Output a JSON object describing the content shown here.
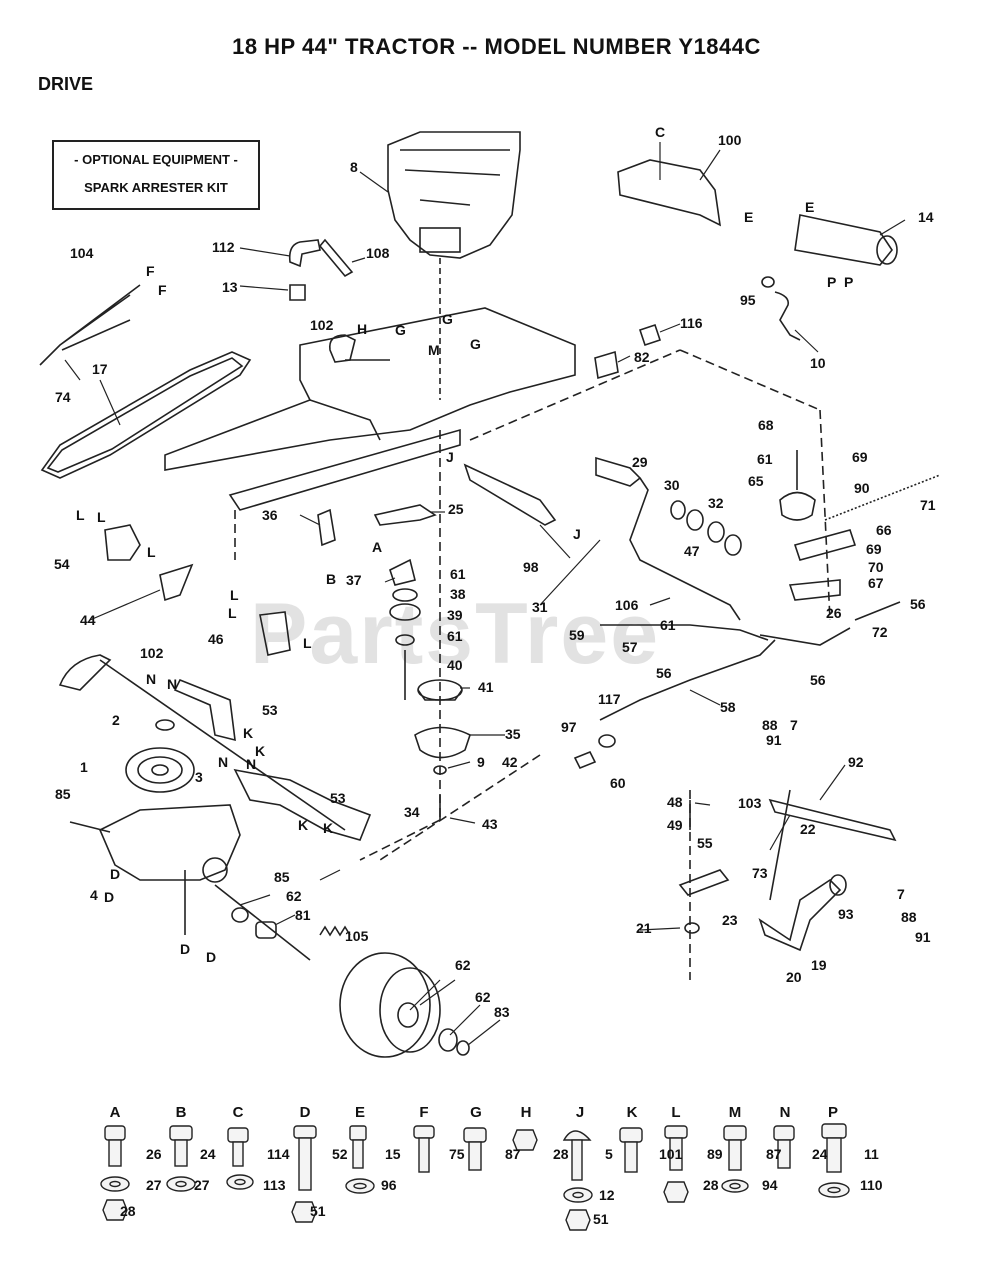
{
  "title": "18 HP 44\" TRACTOR -- MODEL NUMBER Y1844C",
  "section": "DRIVE",
  "optional_box": {
    "line1": "- OPTIONAL EQUIPMENT -",
    "line2": "SPARK ARRESTER KIT"
  },
  "watermark": "PartsTree",
  "callouts": [
    {
      "id": "c8",
      "text": "8"
    },
    {
      "id": "c100",
      "text": "100"
    },
    {
      "id": "cC",
      "text": "C"
    },
    {
      "id": "c14",
      "text": "14"
    },
    {
      "id": "cE1",
      "text": "E"
    },
    {
      "id": "cE2",
      "text": "E"
    },
    {
      "id": "cP1",
      "text": "P"
    },
    {
      "id": "cP2",
      "text": "P"
    },
    {
      "id": "c104",
      "text": "104"
    },
    {
      "id": "c112",
      "text": "112"
    },
    {
      "id": "c108",
      "text": "108"
    },
    {
      "id": "c13",
      "text": "13"
    },
    {
      "id": "cF1",
      "text": "F"
    },
    {
      "id": "cF2",
      "text": "F"
    },
    {
      "id": "c95",
      "text": "95"
    },
    {
      "id": "c10",
      "text": "10"
    },
    {
      "id": "c116",
      "text": "116"
    },
    {
      "id": "c82",
      "text": "82"
    },
    {
      "id": "c102a",
      "text": "102"
    },
    {
      "id": "cH",
      "text": "H"
    },
    {
      "id": "cG1",
      "text": "G"
    },
    {
      "id": "cG2",
      "text": "G"
    },
    {
      "id": "cG3",
      "text": "G"
    },
    {
      "id": "cM",
      "text": "M"
    },
    {
      "id": "c74",
      "text": "74"
    },
    {
      "id": "c17",
      "text": "17"
    },
    {
      "id": "c68",
      "text": "68"
    },
    {
      "id": "c61a",
      "text": "61"
    },
    {
      "id": "c69a",
      "text": "69"
    },
    {
      "id": "c65",
      "text": "65"
    },
    {
      "id": "c90",
      "text": "90"
    },
    {
      "id": "c71",
      "text": "71"
    },
    {
      "id": "c29",
      "text": "29"
    },
    {
      "id": "c30",
      "text": "30"
    },
    {
      "id": "c32",
      "text": "32"
    },
    {
      "id": "c47",
      "text": "47"
    },
    {
      "id": "c66",
      "text": "66"
    },
    {
      "id": "c69b",
      "text": "69"
    },
    {
      "id": "c70",
      "text": "70"
    },
    {
      "id": "c67",
      "text": "67"
    },
    {
      "id": "c26m",
      "text": "26"
    },
    {
      "id": "c56a",
      "text": "56"
    },
    {
      "id": "c72",
      "text": "72"
    },
    {
      "id": "cJ1",
      "text": "J"
    },
    {
      "id": "cJ2",
      "text": "J"
    },
    {
      "id": "c98",
      "text": "98"
    },
    {
      "id": "c25",
      "text": "25"
    },
    {
      "id": "c36",
      "text": "36"
    },
    {
      "id": "cA",
      "text": "A"
    },
    {
      "id": "cB",
      "text": "B"
    },
    {
      "id": "cL1",
      "text": "L"
    },
    {
      "id": "cL2",
      "text": "L"
    },
    {
      "id": "cL3",
      "text": "L"
    },
    {
      "id": "c54",
      "text": "54"
    },
    {
      "id": "c44",
      "text": "44"
    },
    {
      "id": "c37",
      "text": "37"
    },
    {
      "id": "c61b",
      "text": "61"
    },
    {
      "id": "c38",
      "text": "38"
    },
    {
      "id": "c39",
      "text": "39"
    },
    {
      "id": "c61c",
      "text": "61"
    },
    {
      "id": "c40",
      "text": "40"
    },
    {
      "id": "c31",
      "text": "31"
    },
    {
      "id": "c106",
      "text": "106"
    },
    {
      "id": "c61d",
      "text": "61"
    },
    {
      "id": "c59",
      "text": "59"
    },
    {
      "id": "c57",
      "text": "57"
    },
    {
      "id": "c56b",
      "text": "56"
    },
    {
      "id": "c56c",
      "text": "56"
    },
    {
      "id": "cL4",
      "text": "L"
    },
    {
      "id": "cL5",
      "text": "L"
    },
    {
      "id": "cL6",
      "text": "L"
    },
    {
      "id": "c46",
      "text": "46"
    },
    {
      "id": "c102b",
      "text": "102"
    },
    {
      "id": "cN1",
      "text": "N"
    },
    {
      "id": "cN2",
      "text": "N"
    },
    {
      "id": "c53a",
      "text": "53"
    },
    {
      "id": "cK1",
      "text": "K"
    },
    {
      "id": "cK2",
      "text": "K"
    },
    {
      "id": "c2",
      "text": "2"
    },
    {
      "id": "c41",
      "text": "41"
    },
    {
      "id": "c35",
      "text": "35"
    },
    {
      "id": "c9",
      "text": "9"
    },
    {
      "id": "c42",
      "text": "42"
    },
    {
      "id": "c43",
      "text": "43"
    },
    {
      "id": "c58",
      "text": "58"
    },
    {
      "id": "c117",
      "text": "117"
    },
    {
      "id": "c97",
      "text": "97"
    },
    {
      "id": "c60",
      "text": "60"
    },
    {
      "id": "c1",
      "text": "1"
    },
    {
      "id": "c85a",
      "text": "85"
    },
    {
      "id": "c3",
      "text": "3"
    },
    {
      "id": "cN3",
      "text": "N"
    },
    {
      "id": "cN4",
      "text": "N"
    },
    {
      "id": "c53b",
      "text": "53"
    },
    {
      "id": "cK3",
      "text": "K"
    },
    {
      "id": "cK4",
      "text": "K"
    },
    {
      "id": "c34",
      "text": "34"
    },
    {
      "id": "c91a",
      "text": "91"
    },
    {
      "id": "c88a",
      "text": "88"
    },
    {
      "id": "c7a",
      "text": "7"
    },
    {
      "id": "c92",
      "text": "92"
    },
    {
      "id": "c48",
      "text": "48"
    },
    {
      "id": "c49",
      "text": "49"
    },
    {
      "id": "c103",
      "text": "103"
    },
    {
      "id": "c22",
      "text": "22"
    },
    {
      "id": "c55",
      "text": "55"
    },
    {
      "id": "c73",
      "text": "73"
    },
    {
      "id": "c85b",
      "text": "85"
    },
    {
      "id": "c62a",
      "text": "62"
    },
    {
      "id": "c81",
      "text": "81"
    },
    {
      "id": "c105",
      "text": "105"
    },
    {
      "id": "cD1",
      "text": "D"
    },
    {
      "id": "cD2",
      "text": "D"
    },
    {
      "id": "cD3",
      "text": "D"
    },
    {
      "id": "cD4",
      "text": "D"
    },
    {
      "id": "c4",
      "text": "4"
    },
    {
      "id": "c21",
      "text": "21"
    },
    {
      "id": "c23",
      "text": "23"
    },
    {
      "id": "c93",
      "text": "93"
    },
    {
      "id": "c7b",
      "text": "7"
    },
    {
      "id": "c88b",
      "text": "88"
    },
    {
      "id": "c91b",
      "text": "91"
    },
    {
      "id": "c20",
      "text": "20"
    },
    {
      "id": "c19",
      "text": "19"
    },
    {
      "id": "c62b",
      "text": "62"
    },
    {
      "id": "c62c",
      "text": "62"
    },
    {
      "id": "c83",
      "text": "83"
    }
  ],
  "hardware": [
    {
      "letter": "A",
      "parts": [
        "26",
        "27",
        "28"
      ]
    },
    {
      "letter": "B",
      "parts": [
        "24",
        "27"
      ]
    },
    {
      "letter": "C",
      "parts": [
        "114",
        "113"
      ]
    },
    {
      "letter": "D",
      "parts": [
        "52",
        "51"
      ]
    },
    {
      "letter": "E",
      "parts": [
        "15",
        "96"
      ]
    },
    {
      "letter": "F",
      "parts": [
        "75"
      ]
    },
    {
      "letter": "G",
      "parts": [
        "87"
      ]
    },
    {
      "letter": "H",
      "parts": [
        "28"
      ]
    },
    {
      "letter": "J",
      "parts": [
        "5",
        "12",
        "51"
      ]
    },
    {
      "letter": "K",
      "parts": [
        "101"
      ]
    },
    {
      "letter": "L",
      "parts": [
        "89",
        "28"
      ]
    },
    {
      "letter": "M",
      "parts": [
        "87",
        "94"
      ]
    },
    {
      "letter": "N",
      "parts": [
        "24"
      ]
    },
    {
      "letter": "P",
      "parts": [
        "11",
        "110"
      ]
    }
  ]
}
